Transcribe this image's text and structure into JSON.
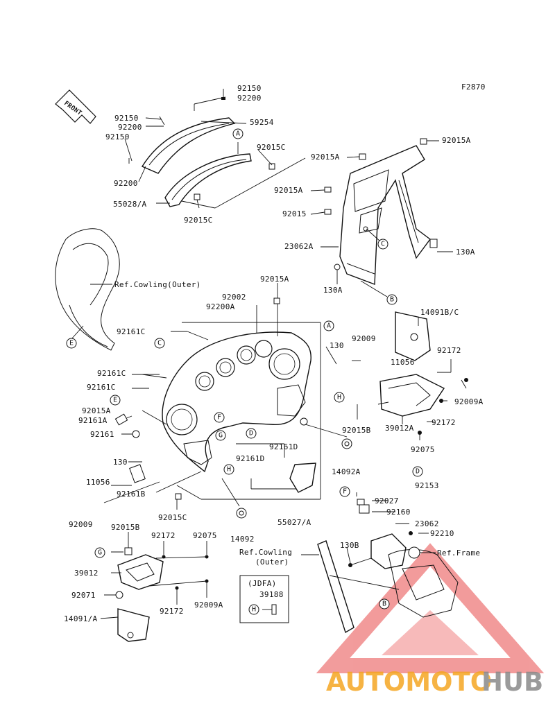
{
  "figure_code": "F2870",
  "front_label": "FRONT",
  "labels": {
    "p92150_top": "92150",
    "p92200_top": "92200",
    "p92150_l1": "92150",
    "p92200_l1": "92200",
    "p59254": "59254",
    "p92150_l2": "92150",
    "p92015C_1": "92015C",
    "p92200_l2": "92200",
    "p55028A": "55028/A",
    "p92015C_2": "92015C",
    "p92015A_r": "92015A",
    "p92015A_m": "92015A",
    "p92015A_l": "92015A",
    "p92015": "92015",
    "p23062A": "23062A",
    "p130A_r": "130A",
    "p130A_b": "130A",
    "ref_cowling_outer_1": "Ref.Cowling(Outer)",
    "p92015A_c": "92015A",
    "p92002": "92002",
    "p92200A": "92200A",
    "p14091BC": "14091B/C",
    "p92161C_1": "92161C",
    "p130_1": "130",
    "p92009_r": "92009",
    "p11056_r": "11056",
    "p92172_r1": "92172",
    "p92161C_2": "92161C",
    "p92161C_3": "92161C",
    "p92009A_r": "92009A",
    "p92015A_ll": "92015A",
    "p92015B_r": "92015B",
    "p39012A": "39012A",
    "p92172_r2": "92172",
    "p92161A": "92161A",
    "p92161": "92161",
    "p92075_r": "92075",
    "p92161D_1": "92161D",
    "p14092A": "14092A",
    "p130_2": "130",
    "p92161D_2": "92161D",
    "p92153": "92153",
    "p11056_l": "11056",
    "p92161B": "92161B",
    "p92027": "92027",
    "p92160": "92160",
    "p92009_l": "92009",
    "p92015C_3": "92015C",
    "p55027A": "55027/A",
    "p23062": "23062",
    "p92015B_l": "92015B",
    "p92172_l1": "92172",
    "p92075_l": "92075",
    "p14092": "14092",
    "p92210": "92210",
    "ref_cowling_outer_2a": "Ref.Cowling",
    "ref_cowling_outer_2b": "(Outer)",
    "p130B": "130B",
    "ref_frame": "Ref.Frame",
    "p39012": "39012",
    "jdfa": "(JDFA)",
    "p39188": "39188",
    "p92071": "92071",
    "p92172_l2": "92172",
    "p92009A_l": "92009A",
    "p14091A": "14091/A"
  },
  "callouts": {
    "A": "A",
    "B": "B",
    "C": "C",
    "D": "D",
    "E": "E",
    "F": "F",
    "G": "G",
    "H": "H"
  },
  "watermark": {
    "part1": "AUTOMOTO",
    "part2": "HUB",
    "color1": "#f5a623",
    "color2": "#8a8a8a",
    "triangle_color": "#e84a4a"
  }
}
